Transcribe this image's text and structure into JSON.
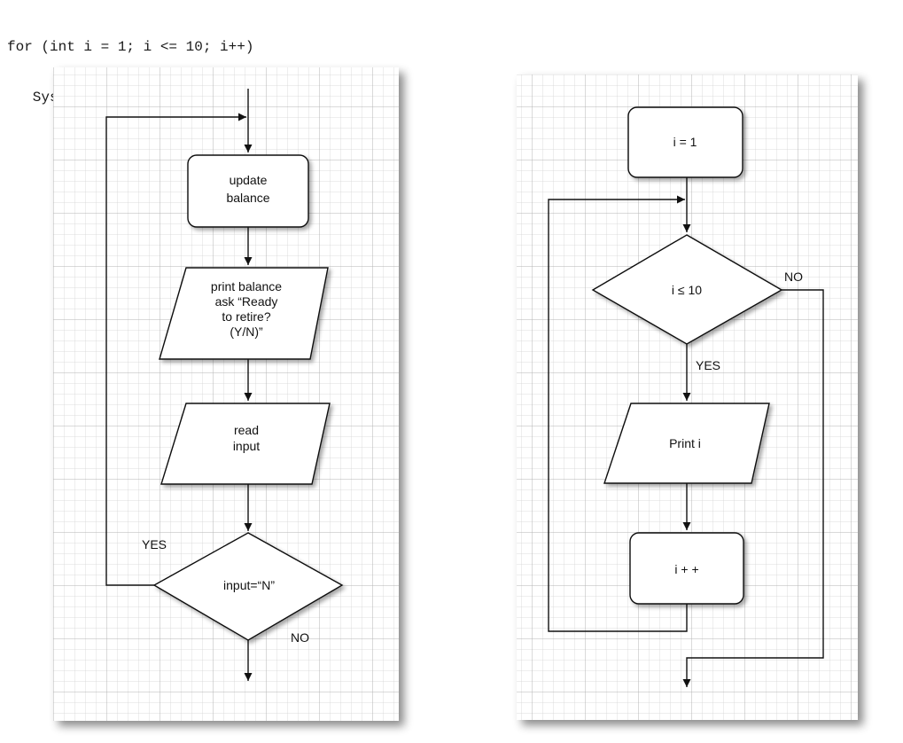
{
  "code": {
    "line1": "for (int i = 1; i <= 10; i++)",
    "line2": "   System.out.println(i);"
  },
  "left_flowchart": {
    "update_box": [
      "update",
      "balance"
    ],
    "print_box": [
      "print balance",
      "ask “Ready",
      "to retire?",
      "(Y/N)”"
    ],
    "read_box": [
      "read",
      "input"
    ],
    "decision": "input=“N”",
    "yes_label": "YES",
    "no_label": "NO"
  },
  "right_flowchart": {
    "init_box": "i = 1",
    "decision": "i ≤ 10",
    "yes_label": "YES",
    "no_label": "NO",
    "print_box": "Print i",
    "increment_box": "i + +"
  }
}
